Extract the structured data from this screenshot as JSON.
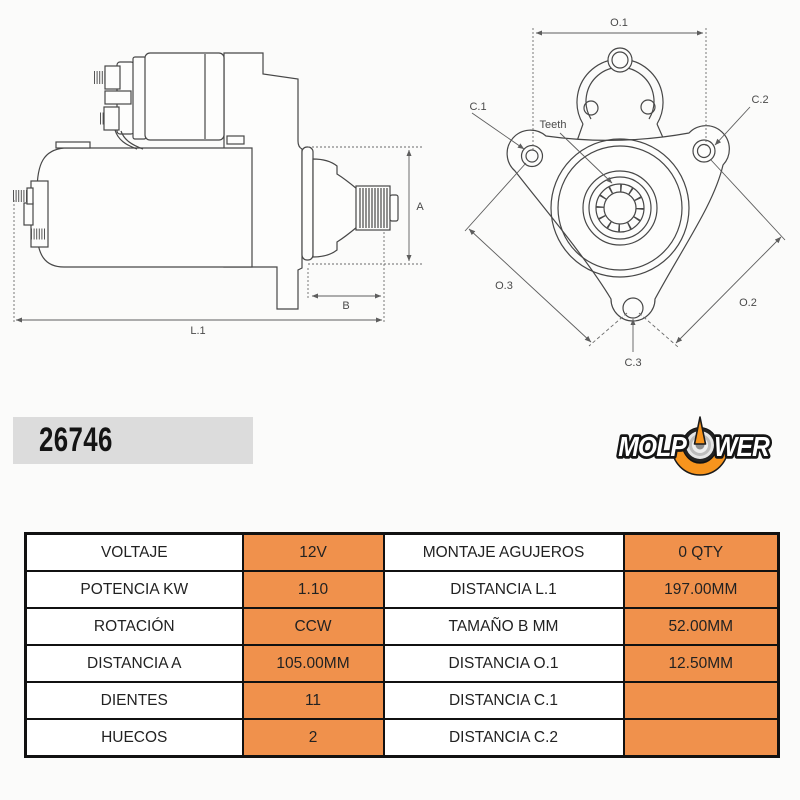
{
  "page": {
    "background": "#fbfbfa"
  },
  "part_number": "26746",
  "logo": {
    "brand": "MOLPOWER",
    "text_left": "MOLP",
    "text_right": "WER",
    "orange": "#F7941D"
  },
  "side_view": {
    "dim_a": "A",
    "dim_b": "B",
    "dim_l1": "L.1"
  },
  "front_view": {
    "dim_o1": "O.1",
    "dim_o2": "O.2",
    "dim_o3": "O.3",
    "dim_c1": "C.1",
    "dim_c2": "C.2",
    "dim_c3": "C.3",
    "teeth_label": "Teeth"
  },
  "table": {
    "value_bg": "#F0914C",
    "rows": [
      [
        "VOLTAJE",
        "12V",
        "MONTAJE AGUJEROS",
        "0 QTY"
      ],
      [
        "POTENCIA KW",
        "1.10",
        "DISTANCIA L.1",
        "197.00MM"
      ],
      [
        "ROTACIÓN",
        "CCW",
        "TAMAÑO B MM",
        "52.00MM"
      ],
      [
        "DISTANCIA A",
        "105.00MM",
        "DISTANCIA O.1",
        "12.50MM"
      ],
      [
        "DIENTES",
        "11",
        "DISTANCIA C.1",
        ""
      ],
      [
        "HUECOS",
        "2",
        "DISTANCIA C.2",
        ""
      ]
    ]
  }
}
